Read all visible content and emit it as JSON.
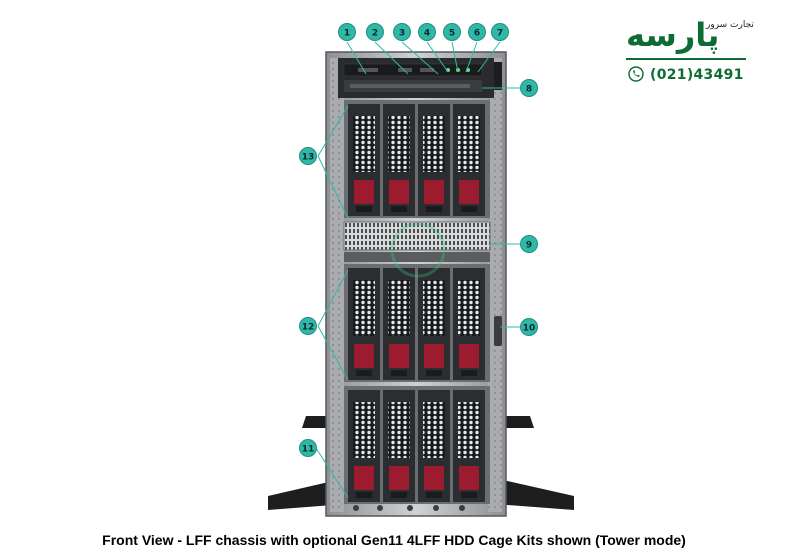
{
  "caption": "Front View - LFF chassis with optional Gen11 4LFF HDD Cage Kits shown (Tower mode)",
  "watermark": {
    "brand_script": "پارسه",
    "brand_small": "تجارت سرور",
    "phone": "(021)43491",
    "phone_icon": "phone-icon",
    "color": "#0d6b34"
  },
  "callouts": [
    "1",
    "2",
    "3",
    "4",
    "5",
    "6",
    "7",
    "8",
    "9",
    "10",
    "11",
    "12",
    "13"
  ],
  "colors": {
    "callout": "#2fb8a8",
    "chassis": "#b9bbbe",
    "drive_frame": "#2b2d31",
    "drive_tab": "#9c1b2e"
  }
}
